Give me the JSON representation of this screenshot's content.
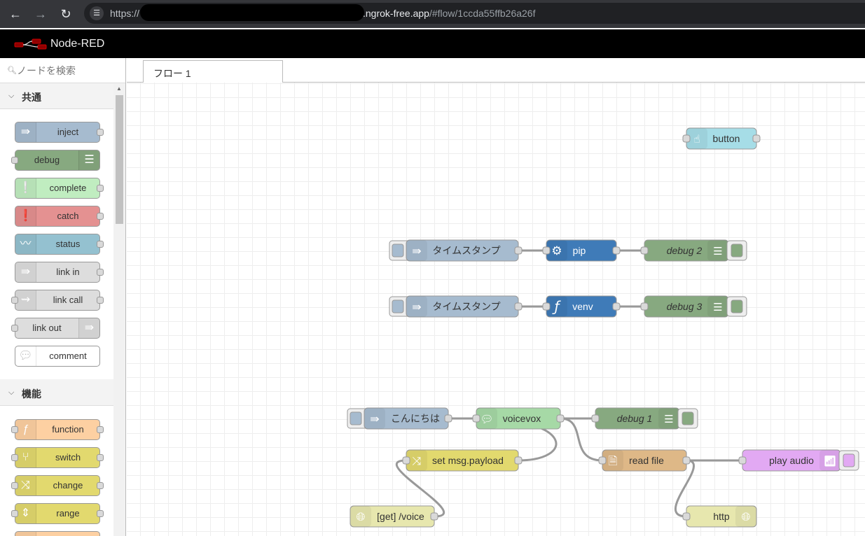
{
  "browser": {
    "url_scheme_host": "https://",
    "url_domain": ".ngrok-free.app",
    "url_path": "/#flow/1ccda55ffb26a26f"
  },
  "header": {
    "title": "Node-RED"
  },
  "palette": {
    "search_placeholder": "ノードを検索",
    "categories": [
      {
        "label": "共通",
        "nodes": [
          "inject",
          "debug",
          "complete",
          "catch",
          "status",
          "link in",
          "link call",
          "link out",
          "comment"
        ]
      },
      {
        "label": "機能",
        "nodes": [
          "function",
          "switch",
          "change",
          "range"
        ]
      }
    ]
  },
  "workspace": {
    "tabs": [
      "フロー 1"
    ],
    "nodes": {
      "button": "button",
      "inject1": "タイムスタンプ",
      "pip": "pip",
      "debug2": "debug 2",
      "inject2": "タイムスタンプ",
      "venv": "venv",
      "debug3": "debug 3",
      "konnichiwa": "こんにちは",
      "voicevox": "voicevox",
      "debug1": "debug 1",
      "set_payload": "set msg.payload",
      "read_file": "read file",
      "play_audio": "play audio",
      "get_voice": "[get] /voice",
      "http": "http"
    }
  },
  "colors": {
    "inject": "#a6bbcf",
    "debug": "#87a980",
    "complete": "#c0edc0",
    "catch": "#e49191",
    "status": "#94c1d0",
    "link": "#dddddd",
    "function": "#fdd0a2",
    "switch": "#e2d96e",
    "change": "#e2d96e",
    "dashboard": "#3f7bb8",
    "button": "#a6dde7",
    "voicevox": "#a6d9a6",
    "http_in": "#e7e7ae",
    "file": "#deb887",
    "audio": "#e2a9f3"
  }
}
